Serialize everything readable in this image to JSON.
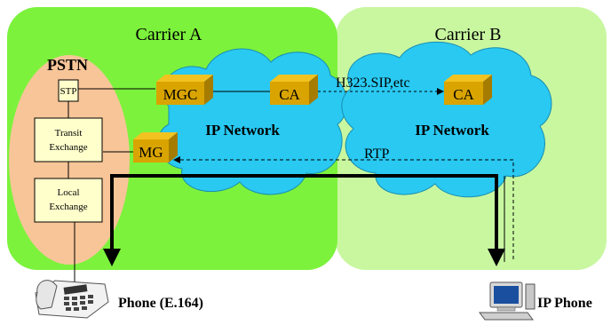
{
  "carriers": {
    "a": {
      "label": "Carrier A",
      "color": "#7CF23C"
    },
    "b": {
      "label": "Carrier B",
      "color": "#C8F7A0"
    }
  },
  "pstn": {
    "title": "PSTN",
    "color": "#F7C598",
    "stp": "STP",
    "transit": [
      "Transit",
      "Exchange"
    ],
    "local": [
      "Local",
      "Exchange"
    ]
  },
  "nodes": {
    "mgc": "MGC",
    "ca_a": "CA",
    "ca_b": "CA",
    "mg": "MG",
    "node_color": "#D9A400"
  },
  "clouds": {
    "a": "IP Network",
    "b": "IP Network",
    "color": "#29C9F2"
  },
  "links": {
    "signaling": "H323.SIP,etc",
    "media": "RTP"
  },
  "endpoints": {
    "phone": "Phone (E.164)",
    "ip_phone": "IP Phone"
  }
}
